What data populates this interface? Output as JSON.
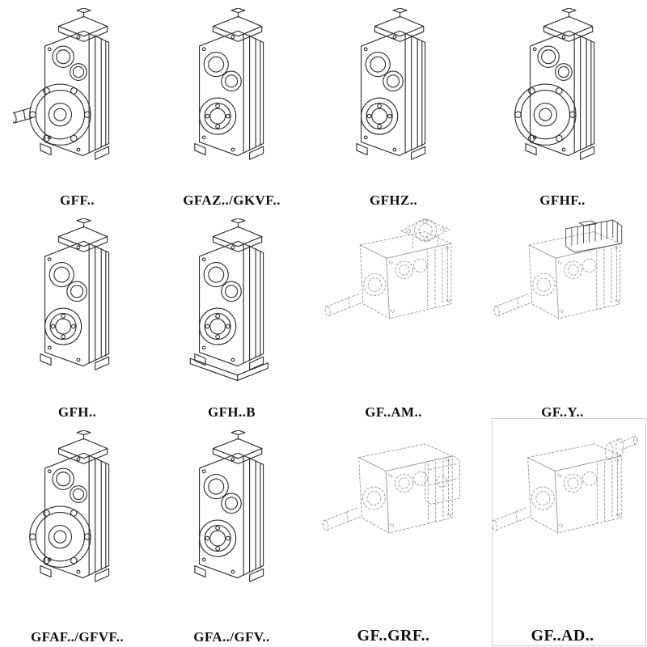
{
  "catalog": {
    "colors": {
      "background": "#ffffff",
      "line": "#2e2e2e",
      "phantom_line": "#9b9b9b"
    },
    "cells": [
      {
        "label": "GFF..",
        "drawing": "gearbox-output-flange-with-shaft",
        "line_style": "solid"
      },
      {
        "label": "GFAZ../GKVF..",
        "drawing": "gearbox-hollow-shaft",
        "line_style": "solid"
      },
      {
        "label": "GFHZ..",
        "drawing": "gearbox-hollow-shaft",
        "line_style": "solid"
      },
      {
        "label": "GFHF..",
        "drawing": "gearbox-output-flange",
        "line_style": "solid"
      },
      {
        "label": "GFH..",
        "drawing": "gearbox-hollow-shaft",
        "line_style": "solid"
      },
      {
        "label": "GFH..B",
        "drawing": "gearbox-hollow-shaft-foot-base",
        "line_style": "solid"
      },
      {
        "label": "GF..AM..",
        "drawing": "gearbox-motor-adapter-flange",
        "line_style": "phantom"
      },
      {
        "label": "GF..Y..",
        "drawing": "gearbox-with-mounted-motor",
        "line_style": "phantom"
      },
      {
        "label": "GFAF../GFVF..",
        "drawing": "gearbox-output-flange",
        "line_style": "solid"
      },
      {
        "label": "GFA../GFV..",
        "drawing": "gearbox-hollow-shaft",
        "line_style": "solid"
      },
      {
        "label": "GF..GRF..",
        "drawing": "gearbox-side-adapter-block",
        "line_style": "phantom"
      },
      {
        "label": "GF..AD..",
        "drawing": "gearbox-input-shaft-adapter",
        "line_style": "phantom"
      }
    ]
  }
}
